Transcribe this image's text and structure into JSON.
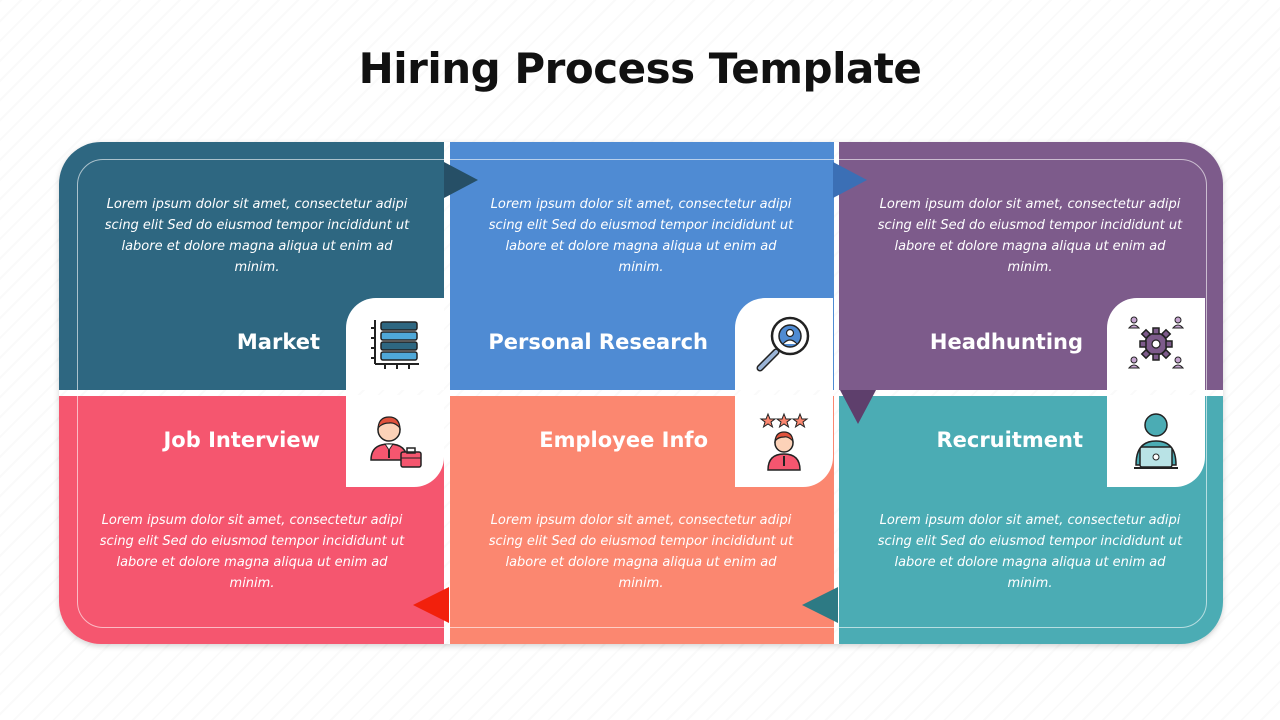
{
  "title": "Hiring Process Template",
  "colors": {
    "market": "#2e6781",
    "personal_research": "#4f8bd3",
    "headhunting": "#7d5b8b",
    "job_interview": "#f5566f",
    "employee_info": "#fb8770",
    "recruitment": "#4bacb4"
  },
  "steps": [
    {
      "label": "Market",
      "icon": "chart-bars-icon",
      "text": "Lorem ipsum dolor sit amet, consectetur adipi scing elit Sed do eiusmod tempor incididunt ut labore et dolore magna aliqua ut enim ad minim."
    },
    {
      "label": "Personal Research",
      "icon": "magnifier-user-icon",
      "text": "Lorem ipsum dolor sit amet, consectetur adipi scing elit Sed do eiusmod tempor incididunt ut labore et dolore magna aliqua ut enim ad minim."
    },
    {
      "label": "Headhunting",
      "icon": "gear-network-icon",
      "text": "Lorem ipsum dolor sit amet, consectetur adipi scing elit Sed do eiusmod tempor incididunt ut labore et dolore magna aliqua ut enim ad minim."
    },
    {
      "label": "Job Interview",
      "icon": "candidate-briefcase-icon",
      "text": "Lorem ipsum dolor sit amet, consectetur adipi scing elit Sed do eiusmod tempor incididunt ut labore et dolore magna aliqua ut enim ad minim."
    },
    {
      "label": "Employee Info",
      "icon": "rated-employee-icon",
      "text": "Lorem ipsum dolor sit amet, consectetur adipi scing elit Sed do eiusmod tempor incididunt ut labore et dolore magna aliqua ut enim ad minim."
    },
    {
      "label": "Recruitment",
      "icon": "laptop-user-icon",
      "text": "Lorem ipsum dolor sit amet, consectetur adipi scing elit Sed do eiusmod tempor incididunt ut labore et dolore magna aliqua ut enim ad minim."
    }
  ]
}
